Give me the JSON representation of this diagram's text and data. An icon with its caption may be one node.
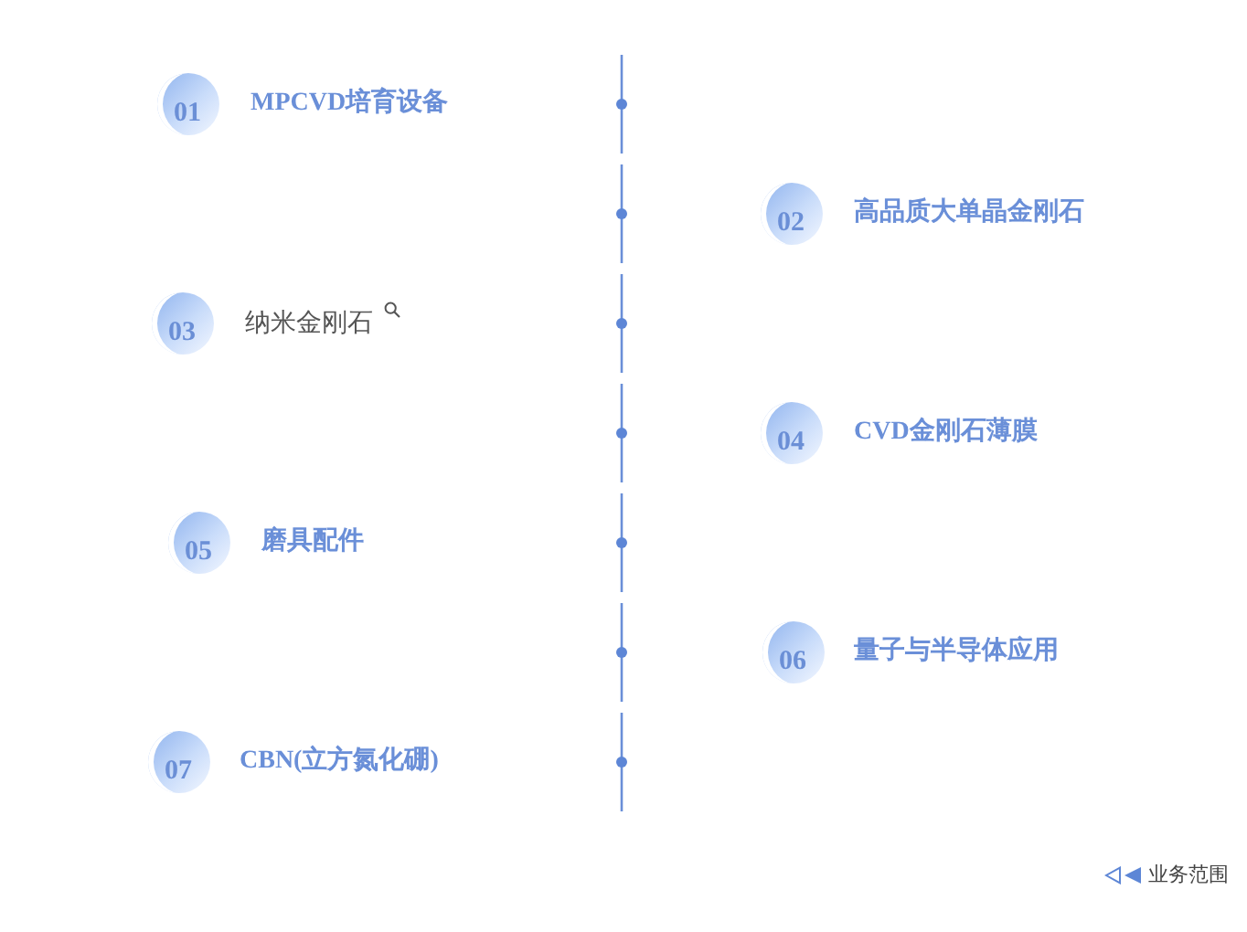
{
  "diagram": {
    "nodes": [
      {
        "text": [
          "01"
        ],
        "beside": [
          "MPCVD培育设备"
        ]
      },
      {
        "text": [
          "02"
        ],
        "beside": [
          "高品质大单晶金刚石"
        ]
      },
      {
        "text": [
          "03"
        ],
        "beside": [
          "纳米金刚石"
        ]
      },
      {
        "text": [
          "04"
        ],
        "beside": [
          "CVD金刚石薄膜"
        ]
      },
      {
        "text": [
          "05"
        ],
        "beside": [
          "磨具配件"
        ]
      },
      {
        "text": [
          "06"
        ],
        "beside": [
          "量子与半导体应用"
        ]
      },
      {
        "text": [
          "07"
        ],
        "beside": [
          "CBN(立方氮化硼)"
        ]
      }
    ],
    "labels": [
      "业务范围"
    ]
  }
}
